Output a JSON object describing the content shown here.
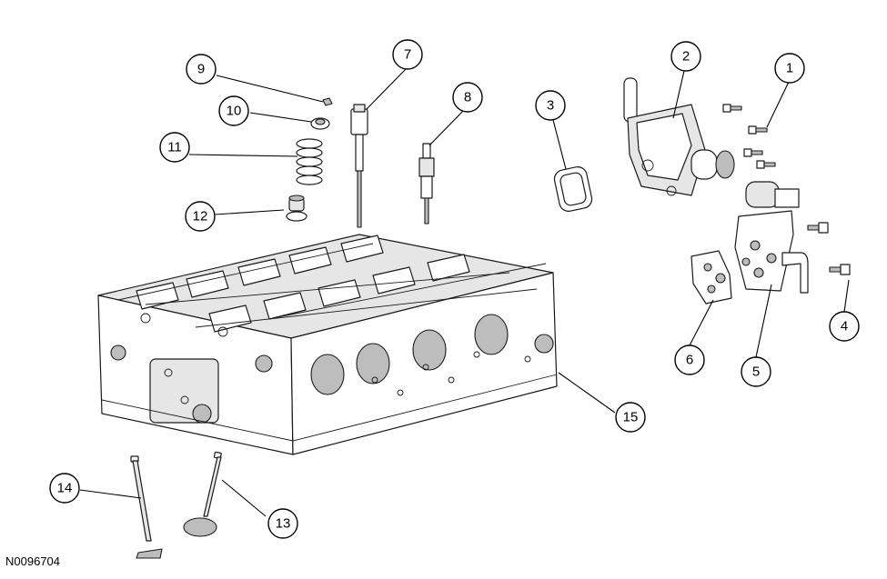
{
  "figure_id": "N0096704",
  "callouts": [
    "1",
    "2",
    "3",
    "4",
    "5",
    "6",
    "7",
    "8",
    "9",
    "10",
    "11",
    "12",
    "13",
    "14",
    "15"
  ]
}
